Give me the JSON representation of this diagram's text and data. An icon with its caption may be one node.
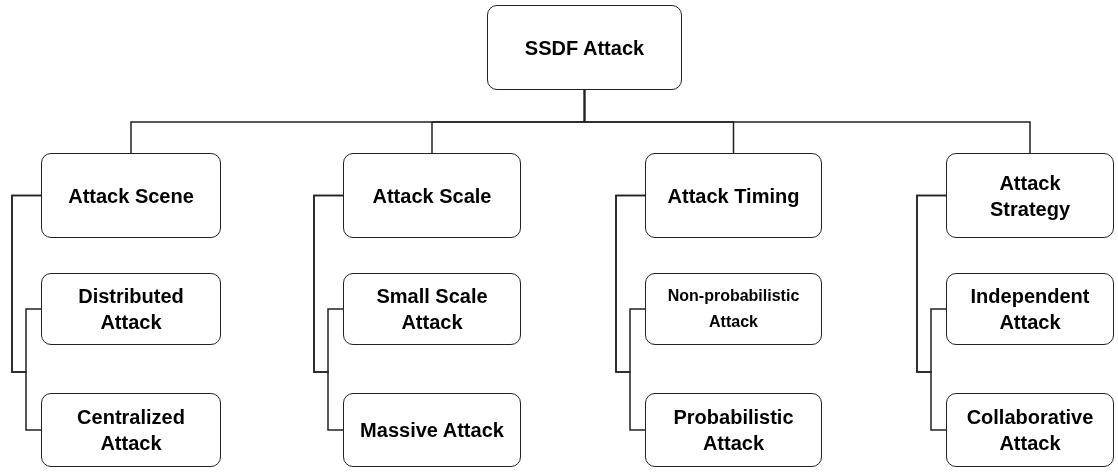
{
  "diagram": {
    "nodes": [
      {
        "text": [
          "SSDF Attack"
        ]
      },
      {
        "text": [
          "Attack Scene"
        ]
      },
      {
        "text": [
          "Distributed Attack"
        ]
      },
      {
        "text": [
          "Centralized Attack"
        ]
      },
      {
        "text": [
          "Attack Scale"
        ]
      },
      {
        "text": [
          "Small Scale Attack"
        ]
      },
      {
        "text": [
          "Massive Attack"
        ]
      },
      {
        "text": [
          "Attack Timing"
        ]
      },
      {
        "text": [
          "Non-probabilistic Attack"
        ]
      },
      {
        "text": [
          "Probabilistic Attack"
        ]
      },
      {
        "text": [
          "Attack Strategy"
        ]
      },
      {
        "text": [
          "Independent Attack"
        ]
      },
      {
        "text": [
          "Collaborative Attack"
        ]
      }
    ],
    "edges": [
      {
        "from": 0,
        "to": 1,
        "arrow": "none"
      },
      {
        "from": 0,
        "to": 4,
        "arrow": "none"
      },
      {
        "from": 0,
        "to": 7,
        "arrow": "none"
      },
      {
        "from": 0,
        "to": 10,
        "arrow": "none"
      },
      {
        "from": 1,
        "to": 2,
        "arrow": "none"
      },
      {
        "from": 1,
        "to": 3,
        "arrow": "none"
      },
      {
        "from": 4,
        "to": 5,
        "arrow": "none"
      },
      {
        "from": 4,
        "to": 6,
        "arrow": "none"
      },
      {
        "from": 7,
        "to": 8,
        "arrow": "none"
      },
      {
        "from": 7,
        "to": 9,
        "arrow": "none"
      },
      {
        "from": 10,
        "to": 11,
        "arrow": "none"
      },
      {
        "from": 10,
        "to": 12,
        "arrow": "none"
      }
    ]
  }
}
